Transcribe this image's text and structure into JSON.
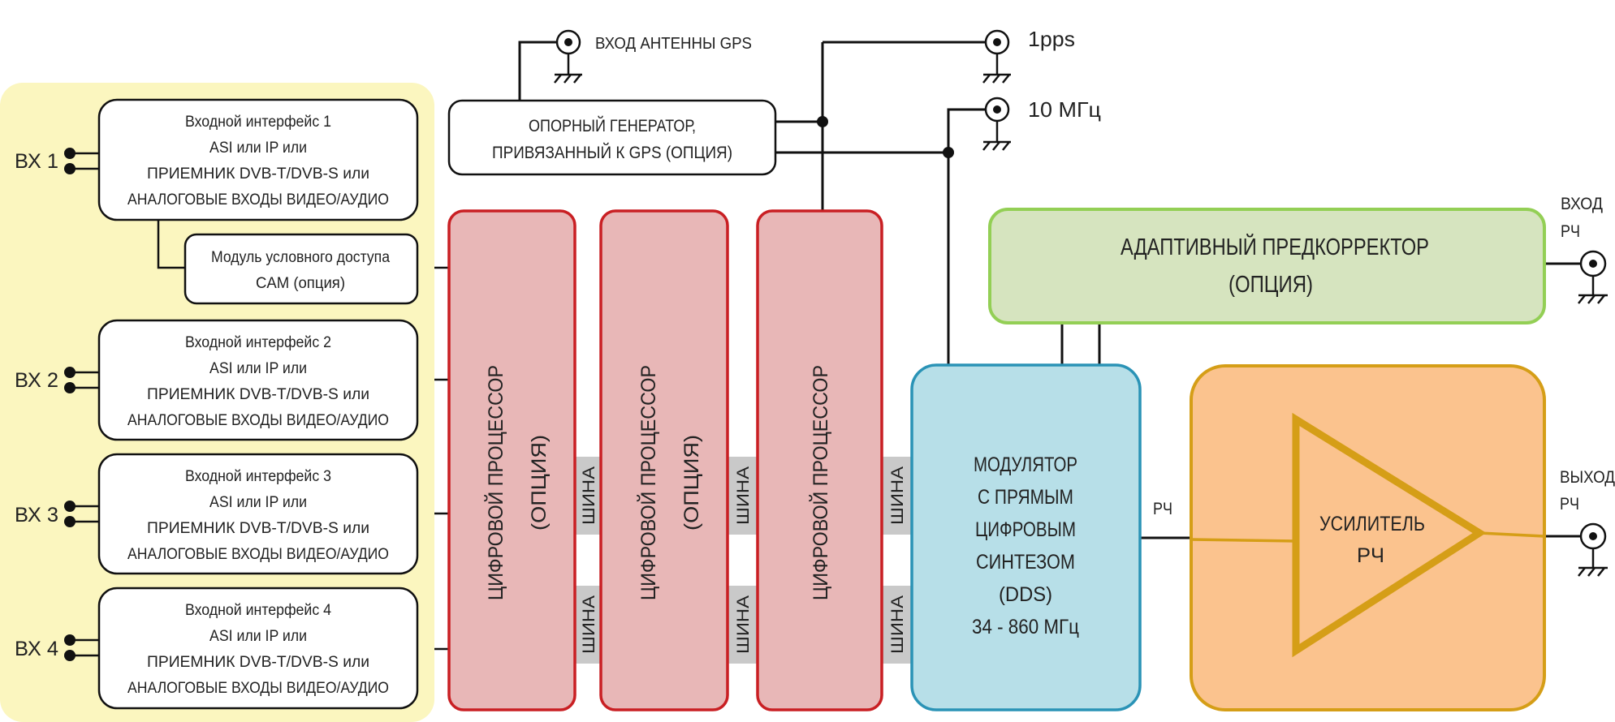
{
  "colors": {
    "input_panel": "#fbf6bf",
    "processor_fill": "#e8b7b7",
    "processor_stroke": "#c91f23",
    "bus_fill": "#c9c9c9",
    "modulator_fill": "#b7dfe8",
    "modulator_stroke": "#2a93b6",
    "predistortion_fill": "#d6e4bf",
    "predistortion_stroke": "#93cf55",
    "amplifier_fill": "#fbc38e",
    "amplifier_stroke": "#d59e17"
  },
  "inputs": [
    {
      "label": "ВХ 1",
      "lines": [
        "Входной интерфейс 1",
        "ASI или IP  или",
        "ПРИЕМНИК DVB-T/DVB-S или",
        "АНАЛОГОВЫЕ ВХОДЫ ВИДЕО/АУДИО"
      ]
    },
    {
      "label": "ВХ 2",
      "lines": [
        "Входной интерфейс 2",
        "ASI или IP  или",
        "ПРИЕМНИК DVB-T/DVB-S или",
        "АНАЛОГОВЫЕ ВХОДЫ ВИДЕО/АУДИО"
      ]
    },
    {
      "label": "ВХ 3",
      "lines": [
        "Входной интерфейс 3",
        "ASI или IP  или",
        "ПРИЕМНИК DVB-T/DVB-S или",
        "АНАЛОГОВЫЕ ВХОДЫ ВИДЕО/АУДИО"
      ]
    },
    {
      "label": "ВХ 4",
      "lines": [
        "Входной интерфейс 4",
        "ASI или IP  или",
        "ПРИЕМНИК DVB-T/DVB-S или",
        "АНАЛОГОВЫЕ ВХОДЫ ВИДЕО/АУДИО"
      ]
    }
  ],
  "cam_module": {
    "lines": [
      "Модуль условного доступа",
      "CAM  (опция)"
    ]
  },
  "gps_antenna_label": "ВХОД АНТЕННЫ GPS",
  "reference_generator": {
    "lines": [
      "ОПОРНЫЙ ГЕНЕРАТОР,",
      "ПРИВЯЗАННЫЙ К GPS  (ОПЦИЯ)"
    ]
  },
  "pps_label": "1pps",
  "mhz10_label": "10 МГц",
  "processors": [
    {
      "lines": [
        "ЦИФРОВОЙ ПРОЦЕССОР",
        "(ОПЦИЯ)"
      ]
    },
    {
      "lines": [
        "ЦИФРОВОЙ ПРОЦЕССОР",
        "(ОПЦИЯ)"
      ]
    },
    {
      "lines": [
        "ЦИФРОВОЙ ПРОЦЕССОР"
      ]
    }
  ],
  "bus_label": "ШИНА",
  "modulator": {
    "lines": [
      "МОДУЛЯТОР",
      "С ПРЯМЫМ",
      "ЦИФРОВЫМ",
      "СИНТЕЗОМ",
      "(DDS)",
      "34 - 860 МГц"
    ]
  },
  "predistortion": {
    "lines": [
      "АДАПТИВНЫЙ ПРЕДКОРРЕКТОР",
      "(ОПЦИЯ)"
    ]
  },
  "rf_input_label": [
    "ВХОД",
    "РЧ"
  ],
  "rf_label": "РЧ",
  "amplifier": {
    "lines": [
      "УСИЛИТЕЛЬ",
      "РЧ"
    ]
  },
  "rf_output_label": [
    "ВЫХОД",
    "РЧ"
  ]
}
